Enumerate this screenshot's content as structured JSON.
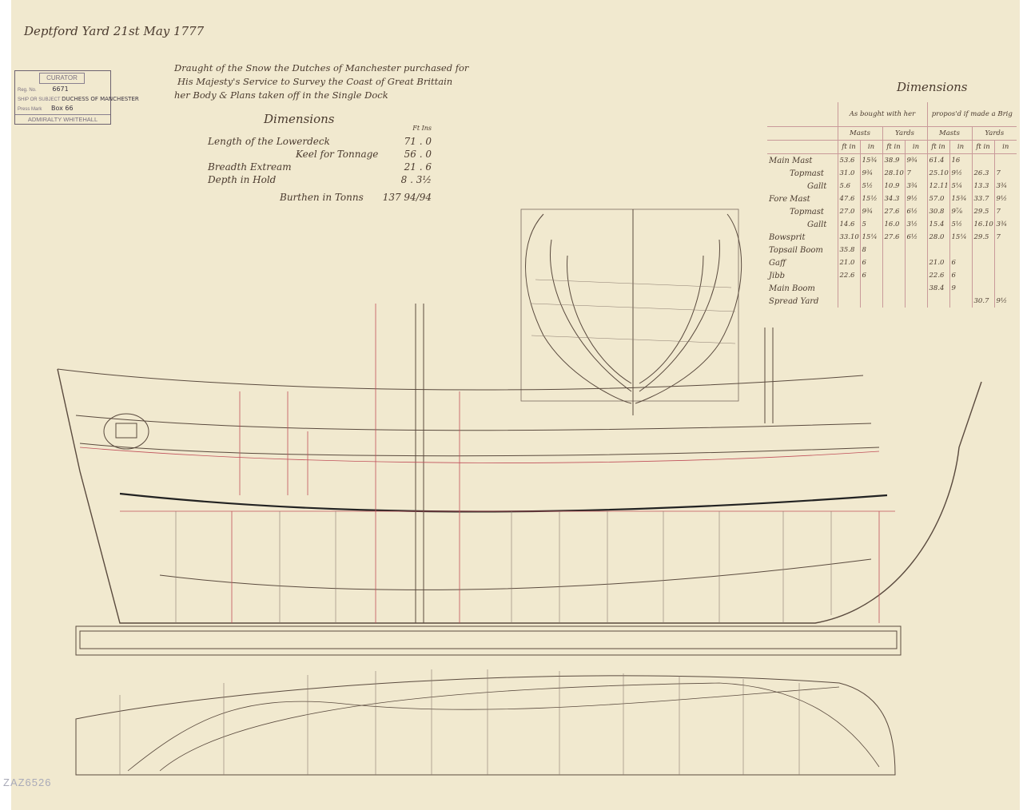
{
  "header": {
    "yard_date": "Deptford Yard 21st May 1777",
    "title_lines": [
      "Draught of the Snow the Dutches of Manchester purchased for",
      "His Majesty's Service to Survey the Coast of Great Brittain",
      "her Body & Plans taken off in the Single Dock"
    ]
  },
  "stamp": {
    "heading": "CURATOR",
    "reg_label": "Reg. No.",
    "reg_value": "6671",
    "subject_label": "SHIP OR SUBJECT",
    "subject_value": "DUCHESS OF MANCHESTER",
    "press_label": "Press Mark",
    "press_value": "Box 66",
    "footer": "ADMIRALTY WHITEHALL"
  },
  "dimensions": {
    "title": "Dimensions",
    "units": "Ft  Ins",
    "rows": [
      {
        "label": "Length of the Lowerdeck",
        "value": "71 . 0"
      },
      {
        "label": "Keel for Tonnage",
        "value": "56 . 0"
      },
      {
        "label": "Breadth Extream",
        "value": "21 . 6"
      },
      {
        "label": "Depth in Hold",
        "value": "8 . 3½"
      },
      {
        "label": "Burthen in Tonns",
        "value": "137 94/94"
      }
    ]
  },
  "mast_table": {
    "title": "Dimensions",
    "groups": [
      "As bought with her",
      "propos'd if made a Brig"
    ],
    "subgroups": [
      "Masts",
      "Yards",
      "Masts",
      "Yards"
    ],
    "units": [
      "ft in",
      "in",
      "ft in",
      "in",
      "ft in",
      "in",
      "ft in",
      "in"
    ],
    "rows": [
      {
        "label": "Main Mast",
        "cells": [
          "53.6",
          "15¾",
          "38.9",
          "9¾",
          "61.4",
          "16",
          "",
          ""
        ]
      },
      {
        "label": "Topmast",
        "cells": [
          "31.0",
          "9¾",
          "28.10",
          "7",
          "25.10",
          "9½",
          "26.3",
          "7"
        ]
      },
      {
        "label": "Gallt",
        "cells": [
          "5.6",
          "5½",
          "10.9",
          "3¾",
          "12.11",
          "5¼",
          "13.3",
          "3¾"
        ]
      },
      {
        "label": "Fore Mast",
        "cells": [
          "47.6",
          "15½",
          "34.3",
          "9½",
          "57.0",
          "15¾",
          "33.7",
          "9½"
        ]
      },
      {
        "label": "Topmast",
        "cells": [
          "27.0",
          "9¾",
          "27.6",
          "6½",
          "30.8",
          "9⅞",
          "29.5",
          "7"
        ]
      },
      {
        "label": "Gallt",
        "cells": [
          "14.6",
          "5",
          "16.0",
          "3½",
          "15.4",
          "5½",
          "16.10",
          "3¾"
        ]
      },
      {
        "label": "Bowsprit",
        "cells": [
          "33.10",
          "15¼",
          "27.6",
          "6½",
          "28.0",
          "15¼",
          "29.5",
          "7"
        ]
      },
      {
        "label": "Topsail Boom",
        "cells": [
          "35.8",
          "8",
          "",
          "",
          "",
          "",
          "",
          ""
        ]
      },
      {
        "label": "Gaff",
        "cells": [
          "21.0",
          "6",
          "",
          "",
          "21.0",
          "6",
          "",
          ""
        ]
      },
      {
        "label": "Jibb",
        "cells": [
          "22.6",
          "6",
          "",
          "",
          "22.6",
          "6",
          "",
          ""
        ]
      },
      {
        "label": "Main Boom",
        "cells": [
          "",
          "",
          "",
          "",
          "38.4",
          "9",
          "",
          ""
        ]
      },
      {
        "label": "Spread Yard",
        "cells": [
          "",
          "",
          "",
          "",
          "",
          "",
          "30.7",
          "9½"
        ]
      }
    ]
  },
  "accession": "ZAZ6526",
  "colors": {
    "paper": "#f1e9cf",
    "ink": "#4a3a2e",
    "red_ink": "#c0505a"
  }
}
